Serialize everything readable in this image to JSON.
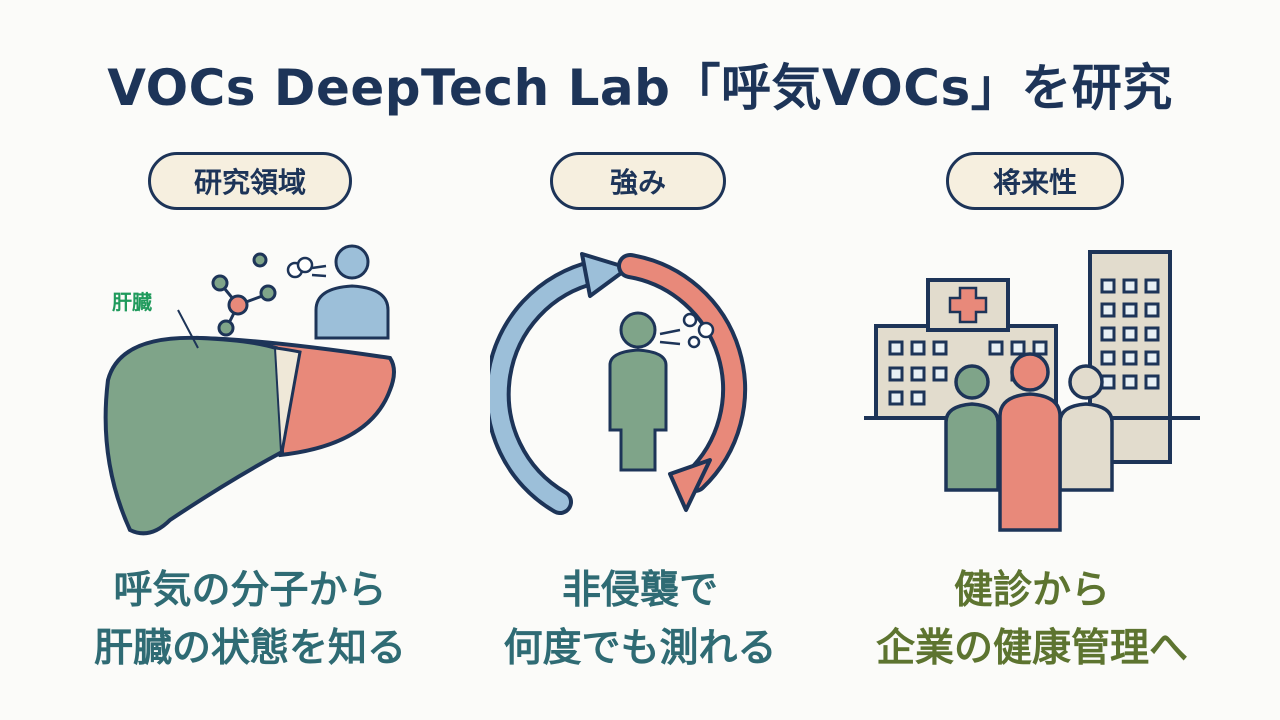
{
  "title": "VOCs DeepTech Lab「呼気VOCs」を研究",
  "colors": {
    "navy": "#1d3458",
    "green": "#7fa489",
    "salmon": "#e8897a",
    "blue": "#9cbfd9",
    "beige": "#f6efdf",
    "caption_teal": "#2f6b74",
    "caption_olive": "#5d7430",
    "label_green": "#1f9a5c"
  },
  "sections": [
    {
      "heading": "研究領域",
      "organ_label": "肝臓",
      "caption_lines": [
        "呼気の分子から",
        "肝臓の状態を知る"
      ],
      "icons": [
        "liver-icon",
        "molecule-icon",
        "breathing-person-icon"
      ]
    },
    {
      "heading": "強み",
      "caption_lines": [
        "非侵襲で",
        "何度でも測れる"
      ],
      "icons": [
        "cycle-arrows-icon",
        "person-exhaling-icon"
      ]
    },
    {
      "heading": "将来性",
      "caption_lines": [
        "健診から",
        "企業の健康管理へ"
      ],
      "icons": [
        "hospital-icon",
        "office-building-icon",
        "people-group-icon"
      ]
    }
  ]
}
